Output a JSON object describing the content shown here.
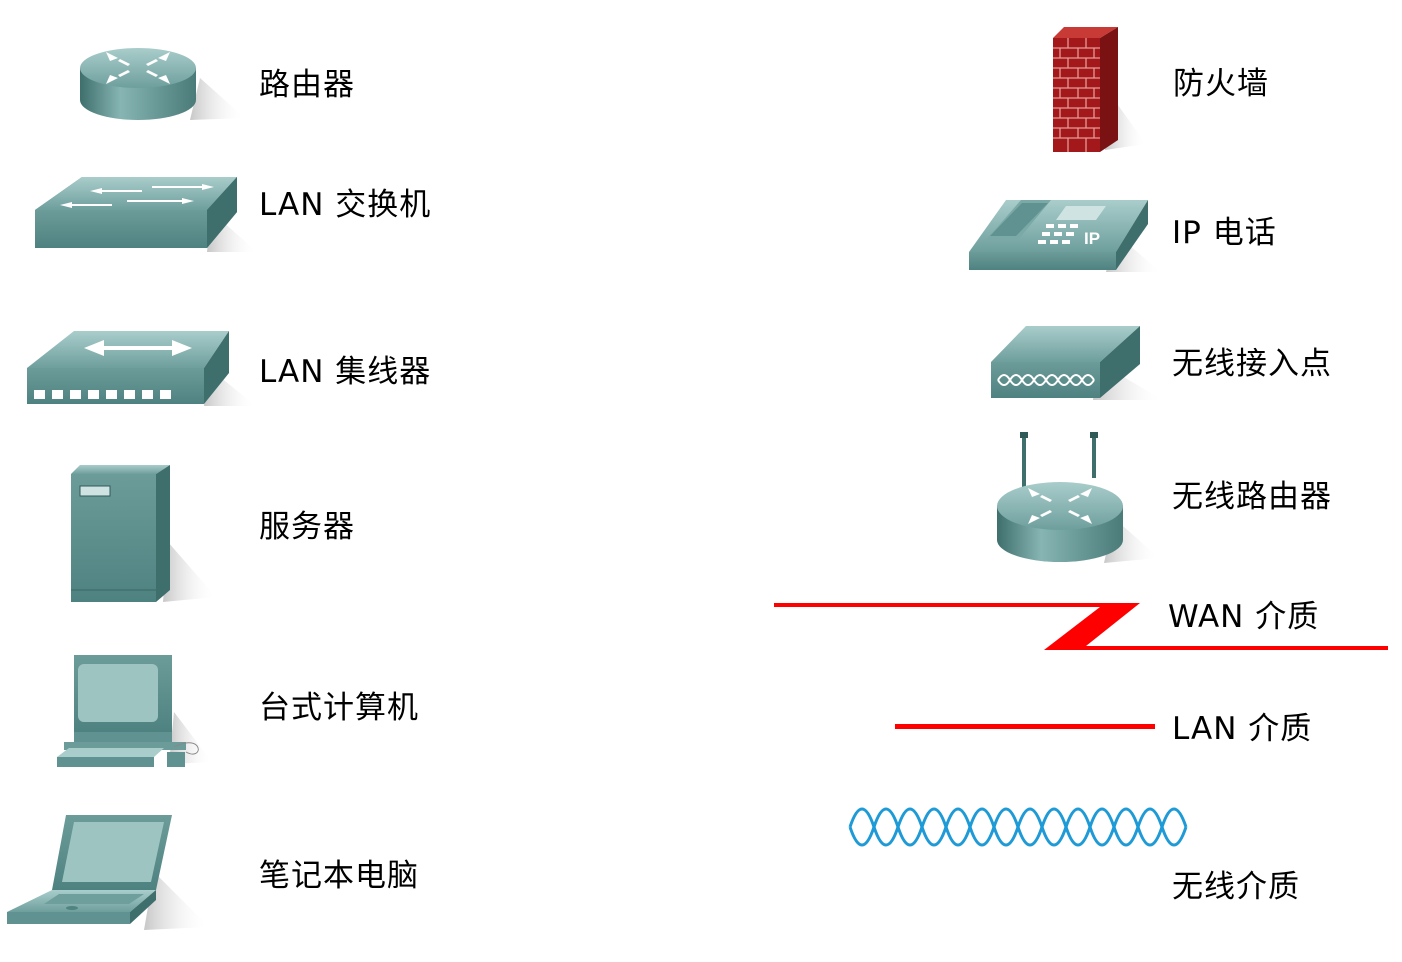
{
  "legend": {
    "left": [
      {
        "icon": "router-icon",
        "label": "路由器"
      },
      {
        "icon": "lan-switch-icon",
        "label": "LAN 交换机"
      },
      {
        "icon": "lan-hub-icon",
        "label": "LAN 集线器"
      },
      {
        "icon": "server-icon",
        "label": "服务器"
      },
      {
        "icon": "desktop-computer-icon",
        "label": "台式计算机"
      },
      {
        "icon": "laptop-icon",
        "label": "笔记本电脑"
      }
    ],
    "right": [
      {
        "icon": "firewall-icon",
        "label": "防火墙"
      },
      {
        "icon": "ip-phone-icon",
        "label": "IP 电话",
        "icon_text": "IP"
      },
      {
        "icon": "wireless-access-point-icon",
        "label": "无线接入点"
      },
      {
        "icon": "wireless-router-icon",
        "label": "无线路由器"
      },
      {
        "icon": "wan-media-icon",
        "label": "WAN 介质"
      },
      {
        "icon": "lan-media-icon",
        "label": "LAN 介质"
      },
      {
        "icon": "wireless-media-icon",
        "label": "无线介质"
      }
    ]
  },
  "colors": {
    "device_teal": "#5e9492",
    "device_dark": "#3c6e6c",
    "firewall_red": "#a3191b",
    "wan_lan_red": "#ff0000",
    "wireless_blue": "#1e9ad6"
  }
}
